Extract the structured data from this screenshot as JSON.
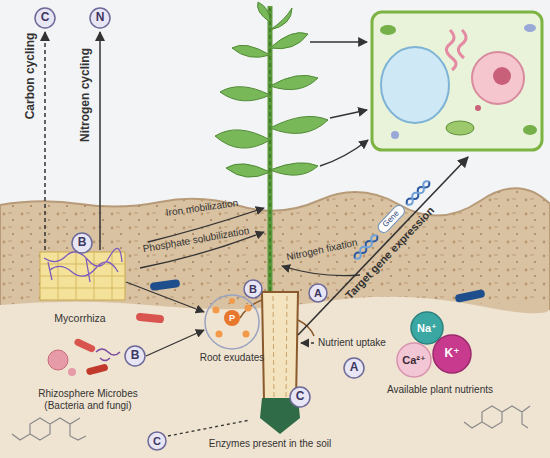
{
  "diagram": {
    "nodes": [
      {
        "text": [
          "C"
        ]
      },
      {
        "text": [
          "N"
        ]
      },
      {
        "text": [
          "B"
        ]
      },
      {
        "text": [
          "B"
        ]
      },
      {
        "text": [
          "A"
        ]
      },
      {
        "text": [
          "B"
        ]
      },
      {
        "text": [
          "Na⁺"
        ]
      },
      {
        "text": [
          "Ca²⁺"
        ]
      },
      {
        "text": [
          "K⁺"
        ]
      },
      {
        "text": [
          "A"
        ]
      },
      {
        "text": [
          "C"
        ]
      },
      {
        "text": [
          "C"
        ]
      }
    ],
    "labels": [
      "Carbon cycling",
      "Nitrogen cycling",
      "Iron mobilization",
      "Phosphate solubilization",
      "Nitrogen fixation",
      "Mycorrhiza",
      "Root exudates",
      "P",
      "Rhizosphere Microbes (Bacteria and fungi)",
      "Nutrient uptake",
      "Target gene expression",
      "Gene",
      "Available plant nutrients",
      "Enzymes present in the soil"
    ]
  }
}
